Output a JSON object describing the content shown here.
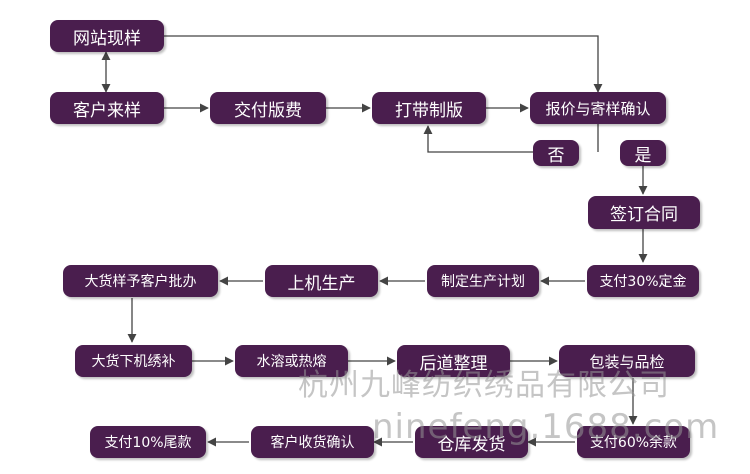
{
  "nodes": {
    "website_sample": "网站现样",
    "customer_sample": "客户来样",
    "plate_fee": "交付版费",
    "make_plate": "打带制版",
    "quote_confirm": "报价与寄样确认",
    "no": "否",
    "yes": "是",
    "sign_contract": "签订合同",
    "deposit": "支付30%定金",
    "plan": "制定生产计划",
    "machine": "上机生产",
    "bulk_approve": "大货样予客户批办",
    "bulk_embroider": "大货下机绣补",
    "dissolve": "水溶或热熔",
    "finishing": "后道整理",
    "pack_inspect": "包装与品检",
    "balance": "支付60%余款",
    "ship": "仓库发货",
    "receive": "客户收货确认",
    "final_payment": "支付10%尾款"
  },
  "colors": {
    "node_fill": "#4a1e4e",
    "edge": "#444444"
  },
  "watermark": {
    "company": "杭州九峰纺织绣品有限公司",
    "site": "ninefeng.1688.com"
  }
}
